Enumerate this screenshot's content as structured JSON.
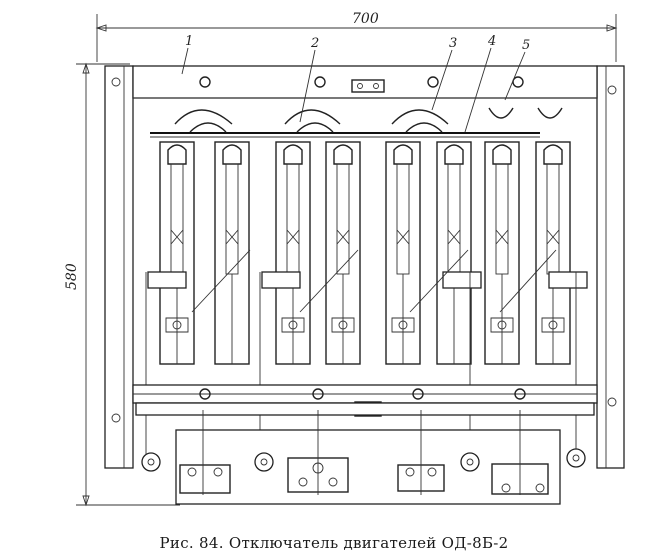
{
  "figure": {
    "caption": "Рис. 84. Отключатель двигателей ОД-8Б-2",
    "dimensions": {
      "width_label": "700",
      "height_label": "580"
    },
    "callouts": [
      "1",
      "2",
      "3",
      "4",
      "5"
    ]
  }
}
